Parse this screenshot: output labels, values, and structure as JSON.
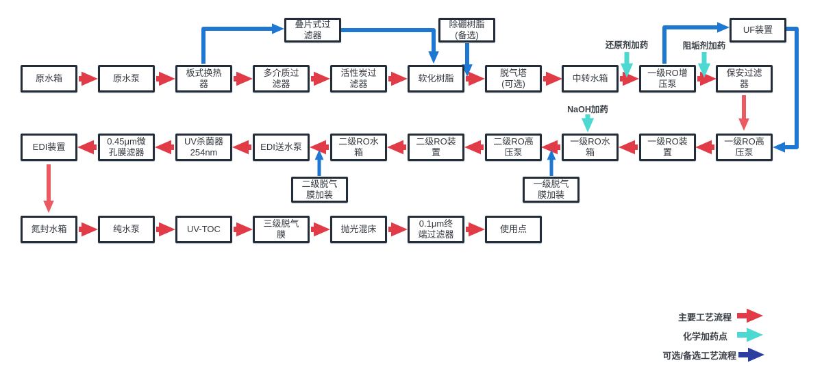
{
  "nodes": {
    "raw_water_tank": "原水箱",
    "raw_water_pump": "原水泵",
    "plate_heat_exchanger": "板式换热\n器",
    "multimedia_filter": "多介质过\n滤器",
    "activated_carbon_filter": "活性炭过\n滤器",
    "softening_resin": "软化树脂",
    "degassing_tower": "脱气塔\n(可选)",
    "transfer_tank": "中转水箱",
    "ro1_booster_pump": "一级RO增\n压泵",
    "security_filter": "保安过滤\n器",
    "disc_filter": "叠片式过\n滤器",
    "boron_removal_resin": "除硼树脂\n(备选)",
    "uf_unit": "UF装置",
    "ro1_hp_pump": "一级RO高\n压泵",
    "ro1_unit": "一级RO装\n置",
    "ro1_tank": "一级RO水\n箱",
    "ro2_hp_pump": "二级RO高\n压泵",
    "ro2_unit": "二级RO装\n置",
    "ro2_tank": "二级RO水\n箱",
    "edi_feed_pump": "EDI送水泵",
    "uv_sterilizer": "UV杀菌器\n254nm",
    "membrane_filter_045": "0.45μm微\n孔膜滤器",
    "edi_unit": "EDI装置",
    "degas_membrane_1": "一级脱气\n膜加装",
    "degas_membrane_2": "二级脱气\n膜加装",
    "n2_sealed_tank": "氮封水箱",
    "pure_water_pump": "纯水泵",
    "uv_toc": "UV-TOC",
    "degas_membrane_3": "三级脱气\n膜",
    "polishing_bed": "抛光混床",
    "terminal_filter_01": "0.1μm终\n端过滤器",
    "point_of_use": "使用点"
  },
  "dosing_labels": {
    "reducing_agent": "还原剂加药",
    "antiscalant": "阻垢剂加药",
    "naoh": "NaOH加药"
  },
  "legend": {
    "main_flow": "主要工艺流程",
    "dosing": "化学加药点",
    "optional": "可选/备选工艺流程"
  },
  "colors": {
    "main_flow_red": "#e03b46",
    "main_flow_red_soft": "#ec5a61",
    "dosing_cyan": "#4ed8d2",
    "optional_blue": "#1e78d2",
    "legend_blue": "#2c3fa0",
    "box_border": "#232d39"
  }
}
